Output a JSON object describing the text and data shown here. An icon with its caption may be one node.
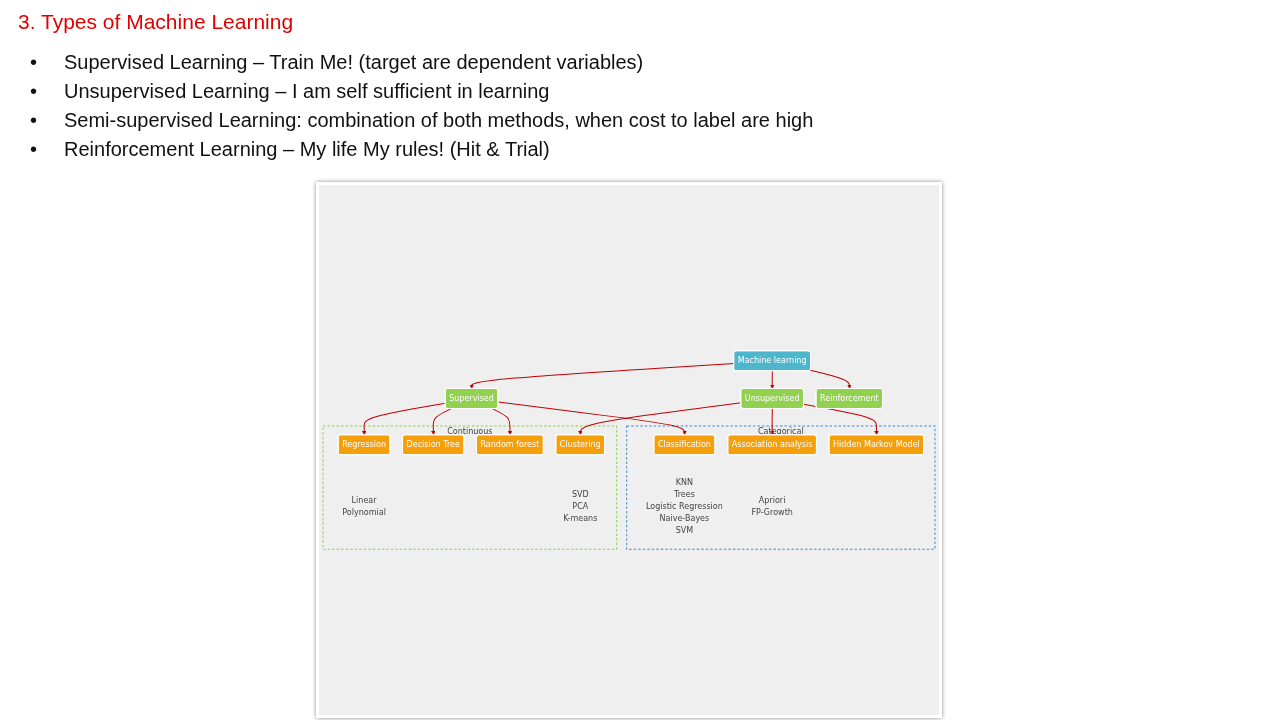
{
  "diagram": {
    "title": "3. Types of Machine Learning",
    "nodes": [
      {
        "text": [
          "Machine learning"
        ]
      },
      {
        "text": [
          "Supervised"
        ]
      },
      {
        "text": [
          "Unsupervised"
        ]
      },
      {
        "text": [
          "Reinforcement"
        ]
      },
      {
        "text": [
          "Continuous"
        ]
      },
      {
        "text": [
          "Regression"
        ],
        "in": 4,
        "beside": [
          "Linear",
          "Polynomial"
        ]
      },
      {
        "text": [
          "Decision Tree"
        ],
        "in": 4
      },
      {
        "text": [
          "Random forest"
        ],
        "in": 4
      },
      {
        "text": [
          "Clustering"
        ],
        "in": 4,
        "beside": [
          "SVD",
          "PCA",
          "K-means"
        ]
      },
      {
        "text": [
          "Categorical"
        ]
      },
      {
        "text": [
          "Classification"
        ],
        "in": 9,
        "beside": [
          "KNN",
          "Trees",
          "Logistic Regression",
          "Naive-Bayes",
          "SVM"
        ]
      },
      {
        "text": [
          "Association analysis"
        ],
        "in": 9,
        "beside": [
          "Apriori",
          "FP-Growth"
        ]
      },
      {
        "text": [
          "Hidden Markov Model"
        ],
        "in": 9
      }
    ],
    "edges": [
      {
        "from": 0,
        "to": 1,
        "arrow": "to"
      },
      {
        "from": 0,
        "to": 2,
        "arrow": "to"
      },
      {
        "from": 0,
        "to": 3,
        "arrow": "to"
      },
      {
        "from": 1,
        "to": 5,
        "arrow": "to"
      },
      {
        "from": 1,
        "to": 6,
        "arrow": "to"
      },
      {
        "from": 1,
        "to": 7,
        "arrow": "to"
      },
      {
        "from": 1,
        "to": 10,
        "arrow": "to"
      },
      {
        "from": 2,
        "to": 8,
        "arrow": "to"
      },
      {
        "from": 2,
        "to": 11,
        "arrow": "to"
      },
      {
        "from": 2,
        "to": 12,
        "arrow": "to"
      }
    ],
    "labels": [
      "•",
      "Supervised Learning – Train Me! (target are dependent variables)",
      "•",
      "Unsupervised Learning – I am self sufficient in learning",
      "•",
      "Semi-supervised Learning: combination of both methods, when cost to label are high",
      "•",
      "Reinforcement Learning – My life My rules! (Hit & Trial)"
    ]
  }
}
